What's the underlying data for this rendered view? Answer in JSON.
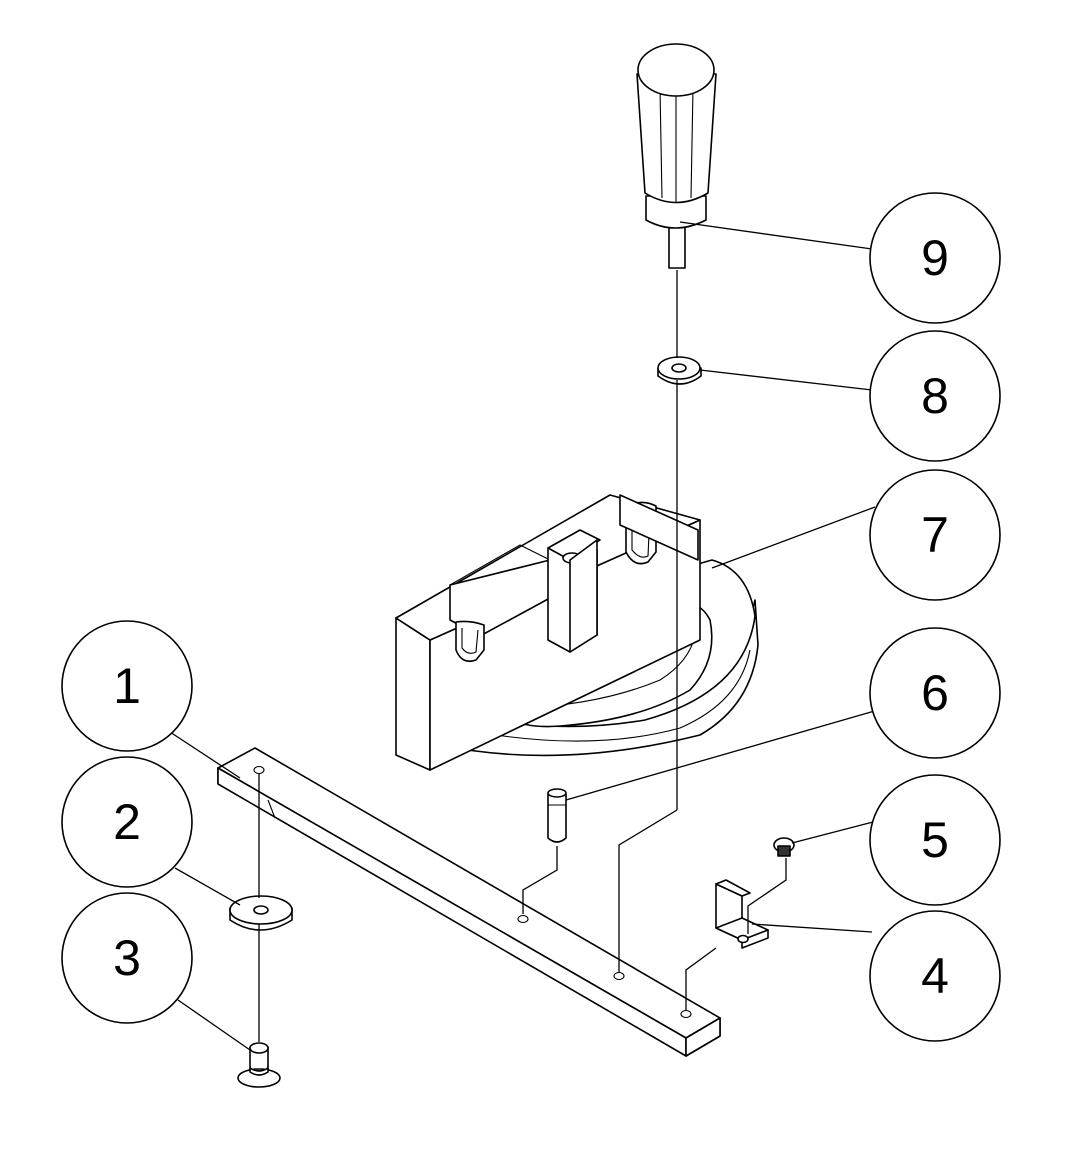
{
  "balloons": {
    "b1": "1",
    "b2": "2",
    "b3": "3",
    "b4": "4",
    "b5": "5",
    "b6": "6",
    "b7": "7",
    "b8": "8",
    "b9": "9"
  }
}
